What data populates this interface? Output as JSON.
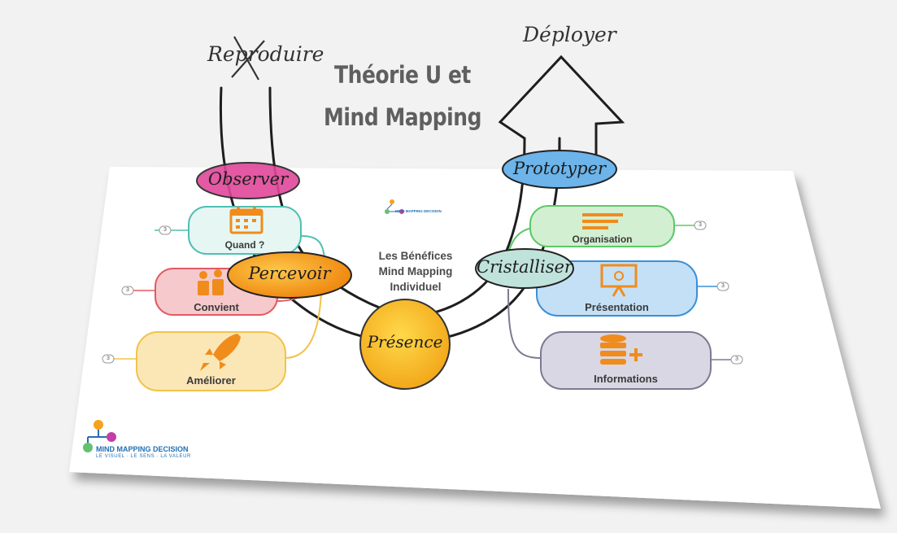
{
  "title": {
    "line1": "Théorie U et",
    "line2": "Mind Mapping"
  },
  "handwritten": {
    "reproduce": "Reproduire",
    "deploy": "Déployer"
  },
  "u_stages": [
    {
      "id": "observer",
      "label": "Observer",
      "color": "#e0489a"
    },
    {
      "id": "percevoir",
      "label": "Percevoir",
      "color": "#f18b1e"
    },
    {
      "id": "presence",
      "label": "Présence",
      "color": "#f6b81f"
    },
    {
      "id": "cristalliser",
      "label": "Cristalliser",
      "color": "#bfe3da"
    },
    {
      "id": "prototyper",
      "label": "Prototyper",
      "color": "#6cb4ea"
    }
  ],
  "central_topic": {
    "line1": "Les Bénéfices",
    "line2": "Mind Mapping",
    "line3": "Individuel"
  },
  "branches_left": [
    {
      "id": "quand",
      "label": "Quand ?",
      "icon": "calendar-icon",
      "count": "3",
      "color": "#4fbfb2",
      "fill": "#e6f6f3"
    },
    {
      "id": "convient",
      "label": "Convient",
      "icon": "people-icon",
      "count": "3",
      "color": "#e35a63",
      "fill": "#f6c9cc"
    },
    {
      "id": "ameliorer",
      "label": "Améliorer",
      "icon": "rocket-icon",
      "count": "3",
      "color": "#f2c34a",
      "fill": "#fbe7b6"
    }
  ],
  "branches_right": [
    {
      "id": "organisation",
      "label": "Organisation",
      "icon": "list-icon",
      "count": "3",
      "color": "#5cc869",
      "fill": "#d3efd1"
    },
    {
      "id": "presentation",
      "label": "Présentation",
      "icon": "presentation-board-icon",
      "count": "3",
      "color": "#3a8fd6",
      "fill": "#c4e0f6"
    },
    {
      "id": "informations",
      "label": "Informations",
      "icon": "database-add-icon",
      "count": "3",
      "color": "#7d7a92",
      "fill": "#d8d7e3"
    }
  ],
  "brand": {
    "name": "MIND MAPPING DECISION",
    "tagline": "LE VISUEL · LE SENS · LA VALEUR"
  },
  "colors": {
    "icon_orange": "#f08c1c",
    "page_background": "#f2f2f2",
    "sheet": "#ffffff"
  }
}
